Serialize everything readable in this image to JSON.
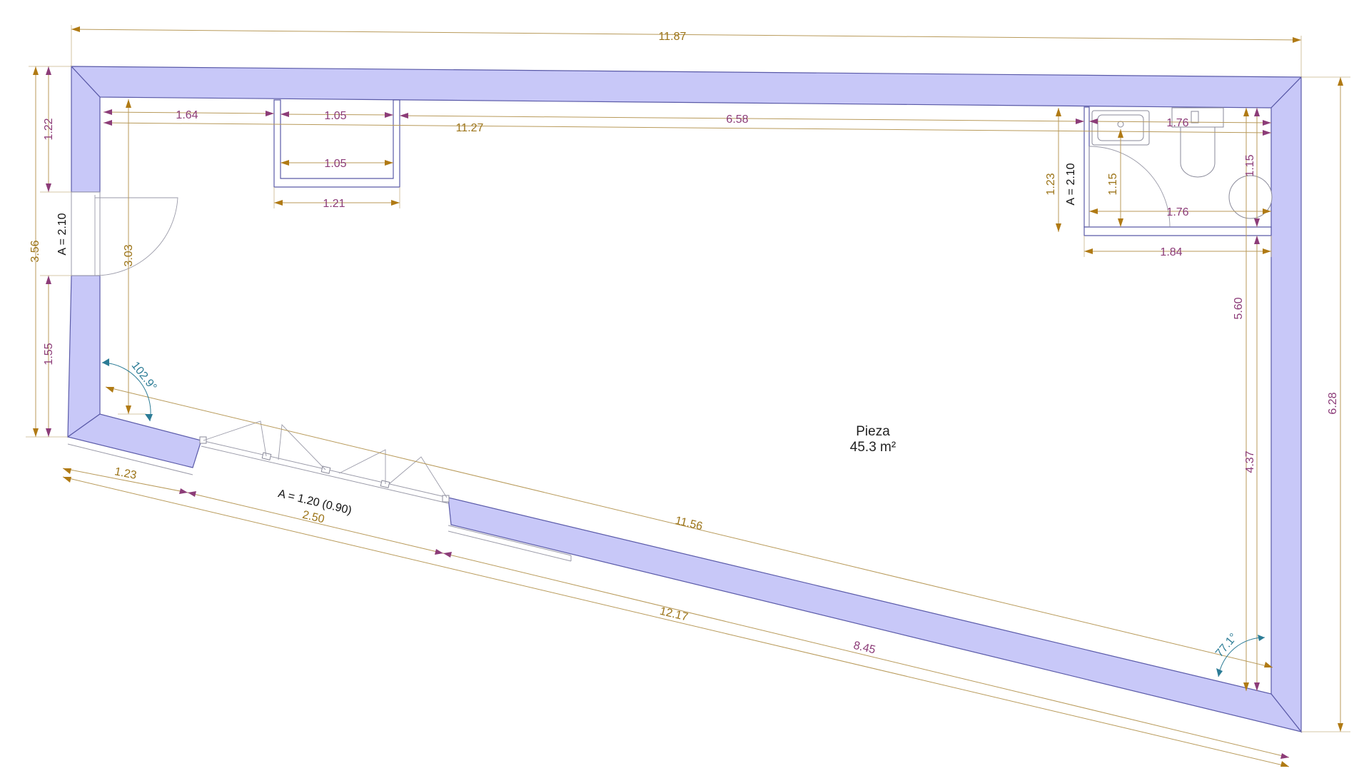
{
  "room": {
    "name": "Pieza",
    "area": "45.3 m²"
  },
  "dimensions": {
    "top_overall": "11.87",
    "top_inner": "11.27",
    "top_left_segment": "1.64",
    "top_window_upper": "1.05",
    "top_window_lower": "1.05",
    "top_window_outer": "1.21",
    "top_right_segment": "6.58",
    "bath_top": "1.76",
    "bath_bottom": "1.76",
    "bath_outer": "1.84",
    "bath_height_left": "1.23",
    "bath_height_inner": "1.15",
    "bath_height_right": "1.15",
    "right_overall": "6.28",
    "right_inner_upper": "5.60",
    "right_inner_lower": "4.37",
    "left_overall": "3.56",
    "left_upper": "1.22",
    "left_lower": "1.55",
    "left_inner": "3.03",
    "bottom_diag_inner": "11.56",
    "bottom_left_segment": "1.23",
    "bottom_opening": "2.50",
    "bottom_right_segment": "8.45",
    "bottom_overall": "12.17"
  },
  "openings": {
    "left_door_height": "A = 2.10",
    "bath_door_height": "A = 2.10",
    "patio_door": "A = 1.20 (0.90)"
  },
  "angles": {
    "bottom_left": "102.9°",
    "bottom_right": "77.1°"
  },
  "colors": {
    "wall_fill": "#c8c8f8",
    "wall_stroke": "#5a5aa8",
    "dim_gold": "#9c7418",
    "dim_purple": "#8c3c78",
    "angle_teal": "#2c7c96"
  }
}
